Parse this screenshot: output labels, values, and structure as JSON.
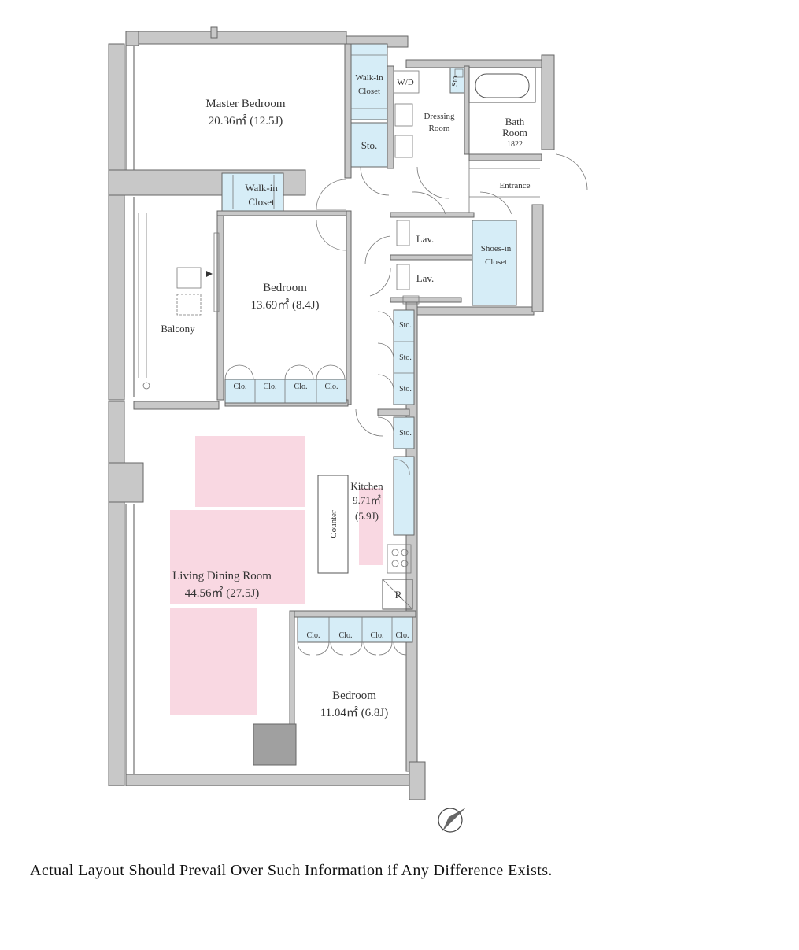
{
  "rooms": {
    "master_bedroom": {
      "name": "Master Bedroom",
      "area": "20.36㎡ (12.5J)"
    },
    "walk_in_closet_1": {
      "line1": "Walk-in",
      "line2": "Closet"
    },
    "walk_in_closet_2": {
      "line1": "Walk-in",
      "line2": "Closet"
    },
    "wd": "W/D",
    "sto_top": "Sto.",
    "sto_small": "Sto.",
    "dressing_room": {
      "line1": "Dressing",
      "line2": "Room"
    },
    "bath_room": {
      "line1": "Bath",
      "line2": "Room",
      "line3": "1822"
    },
    "entrance": "Entrance",
    "lav_1": "Lav.",
    "lav_2": "Lav.",
    "shoes_in_closet": {
      "line1": "Shoes-in",
      "line2": "Closet"
    },
    "bedroom_2": {
      "name": "Bedroom",
      "area": "13.69㎡ (8.4J)"
    },
    "balcony": "Balcony",
    "clo_bedroom_2": [
      "Clo.",
      "Clo.",
      "Clo.",
      "Clo."
    ],
    "sto_hall": [
      "Sto.",
      "Sto.",
      "Sto.",
      "Sto."
    ],
    "kitchen": {
      "name": "Kitchen",
      "area": "9.71㎡",
      "area_j": "(5.9J)"
    },
    "counter": "Counter",
    "refrigerator": "R",
    "living_dining": {
      "name": "Living Dining Room",
      "area": "44.56㎡ (27.5J)"
    },
    "clo_bedroom_3": [
      "Clo.",
      "Clo.",
      "Clo.",
      "Clo."
    ],
    "bedroom_3": {
      "name": "Bedroom",
      "area": "11.04㎡ (6.8J)"
    }
  },
  "compass_icon": "north-arrow-icon",
  "colors": {
    "closet": "#d6edf7",
    "furniture": "#f9d8e2",
    "wall": "#c8c8c8"
  },
  "disclaimer": "Actual Layout Should Prevail Over Such Information if Any Difference Exists."
}
